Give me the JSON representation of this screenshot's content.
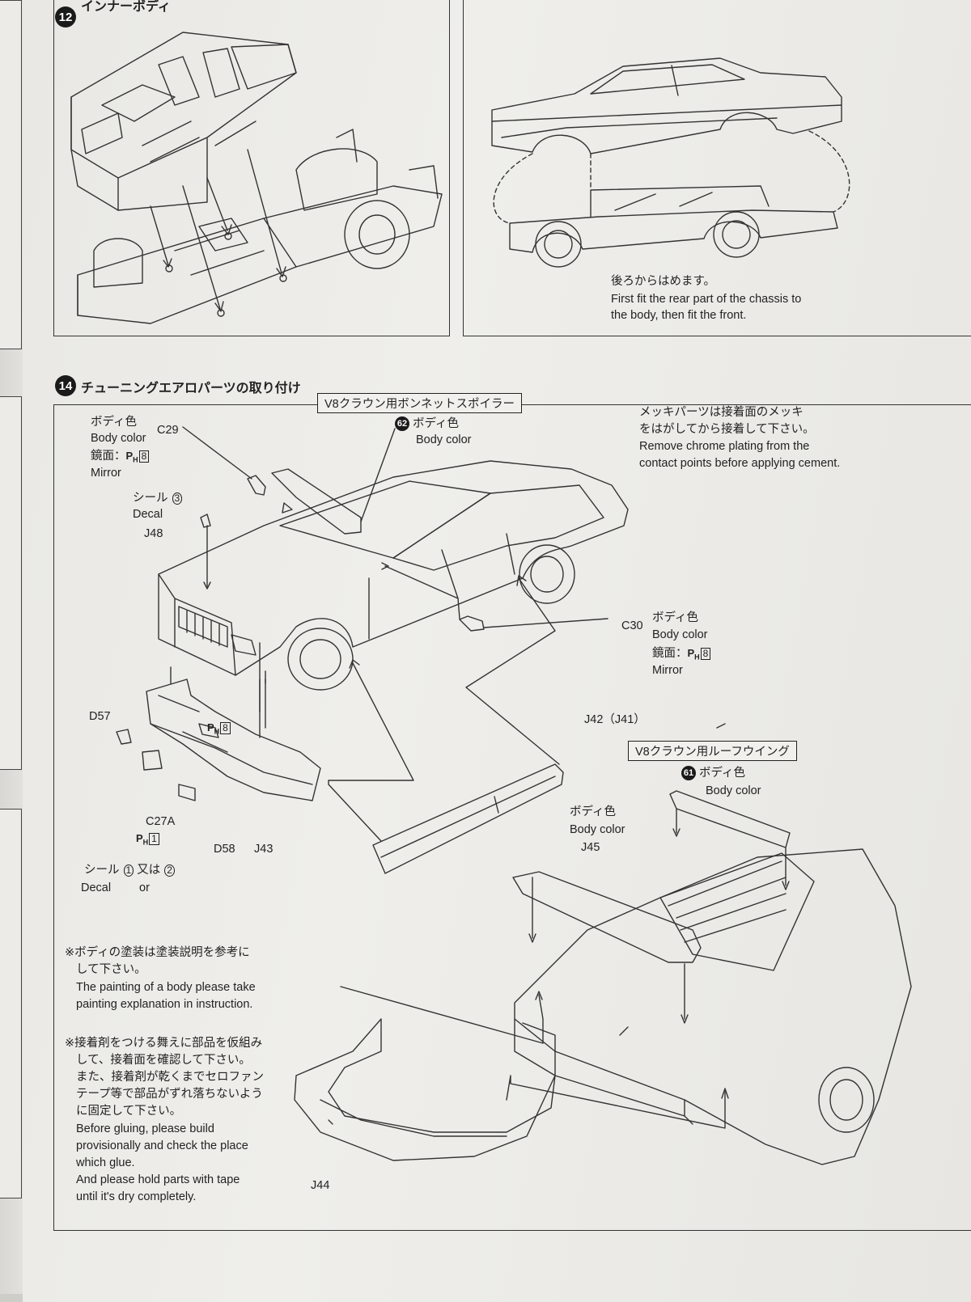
{
  "step12": {
    "number": "12",
    "title": "インナーボディ"
  },
  "step13": {
    "note_jp": "後ろからはめます。",
    "note_en_line1": "First fit the rear part of the chassis to",
    "note_en_line2": "the body, then fit the front."
  },
  "step14": {
    "number": "14",
    "title": "チューニングエアロパーツの取り付け",
    "bonnet_spoiler_title": "V8クラウン用ボンネットスポイラー",
    "roof_wing_title": "V8クラウン用ルーフウイング",
    "parts": {
      "c29": {
        "jp": "ボディ色",
        "en": "Body color",
        "id": "C29",
        "mirror_jp": "鏡面：",
        "paint": "8",
        "mirror_en": "Mirror"
      },
      "j48": {
        "decal_jp": "シール",
        "decal_num": "3",
        "decal_en": "Decal",
        "id": "J48"
      },
      "p62": {
        "num": "62",
        "jp": "ボディ色",
        "en": "Body color"
      },
      "c30": {
        "id": "C30",
        "jp": "ボディ色",
        "en": "Body color",
        "mirror_jp": "鏡面：",
        "paint": "8",
        "mirror_en": "Mirror"
      },
      "d57": {
        "id": "D57",
        "paint": "8"
      },
      "c27a": {
        "id": "C27A",
        "paint": "1"
      },
      "d58": {
        "id": "D58"
      },
      "j43": {
        "id": "J43"
      },
      "decal12": {
        "jp": "シール",
        "num1": "1",
        "or_jp": "又は",
        "num2": "2",
        "en": "Decal",
        "or_en": "or"
      },
      "j42": {
        "id": "J42（J41）"
      },
      "p61": {
        "num": "61",
        "jp": "ボディ色",
        "en": "Body color"
      },
      "j45": {
        "jp": "ボディ色",
        "en": "Body color",
        "id": "J45"
      },
      "j44": {
        "id": "J44"
      }
    },
    "chrome_note": {
      "jp1": "メッキパーツは接着面のメッキ",
      "jp2": "をはがしてから接着して下さい。",
      "en1": "Remove chrome plating from the",
      "en2": "contact points before applying cement."
    },
    "paint_note": {
      "jp1": "※ボディの塗装は塗装説明を参考に",
      "jp2": "して下さい。",
      "en1": "The painting of a body please take",
      "en2": "painting explanation in instruction."
    },
    "glue_note": {
      "jp1": "※接着剤をつける舞えに部品を仮組み",
      "jp2": "して、接着面を確認して下さい。",
      "jp3": "また、接着剤が乾くまでセロファン",
      "jp4": "テープ等で部品がずれ落ちないよう",
      "jp5": "に固定して下さい。",
      "en1": "Before gluing, please build",
      "en2": "provisionally and check the place",
      "en3": "which glue.",
      "en4": "And please hold parts with tape",
      "en5": "until it's dry completely."
    }
  },
  "colors": {
    "ink": "#222222",
    "paper": "#eeede9",
    "marker": "#1a1a1a"
  },
  "ph_symbol": "P",
  "ph_sub": "H"
}
